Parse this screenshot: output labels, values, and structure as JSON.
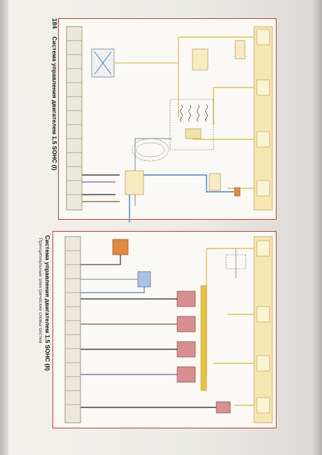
{
  "page": {
    "number": "184",
    "running_head": "Принципиальные электрические схемы систем"
  },
  "left_diagram": {
    "title": "Система управления двигателем 1.5 SOHC (I)"
  },
  "right_diagram": {
    "title": "Система управления двигателем 1.5 SOHC (II)"
  },
  "wire_colors": {
    "yellow": "#e2c24a",
    "blue": "#3f86c2",
    "gray": "#8c9aa8",
    "black": "#1e1e1e",
    "brown": "#8b5a2b",
    "red": "#c43a2e",
    "orange_box": "#e08a3c",
    "relay_pink": "#d98f8f",
    "violet": "#7a5aa6"
  }
}
